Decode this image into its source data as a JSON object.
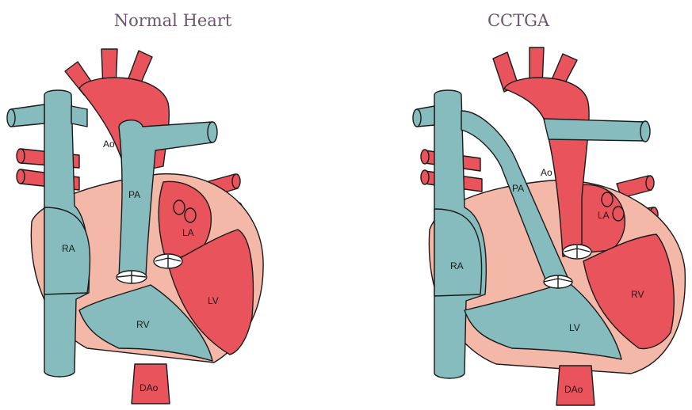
{
  "panels": [
    {
      "title": "Normal Heart",
      "labels": {
        "ao": "Ao",
        "pa": "PA",
        "ra": "RA",
        "la": "LA",
        "lv": "LV",
        "rv": "RV",
        "dao": "DAo"
      }
    },
    {
      "title": "CCTGA",
      "labels": {
        "ao": "Ao",
        "pa": "PA",
        "ra": "RA",
        "la": "LA",
        "lv": "LV",
        "rv": "RV",
        "dao": "DAo"
      }
    }
  ],
  "colors": {
    "oxygenated_red": "#e8535c",
    "deoxygenated_teal": "#86bcbd",
    "myocardium_pink": "#f4b8a8",
    "outline": "#1a1a1a",
    "title_text": "#6b5570"
  }
}
